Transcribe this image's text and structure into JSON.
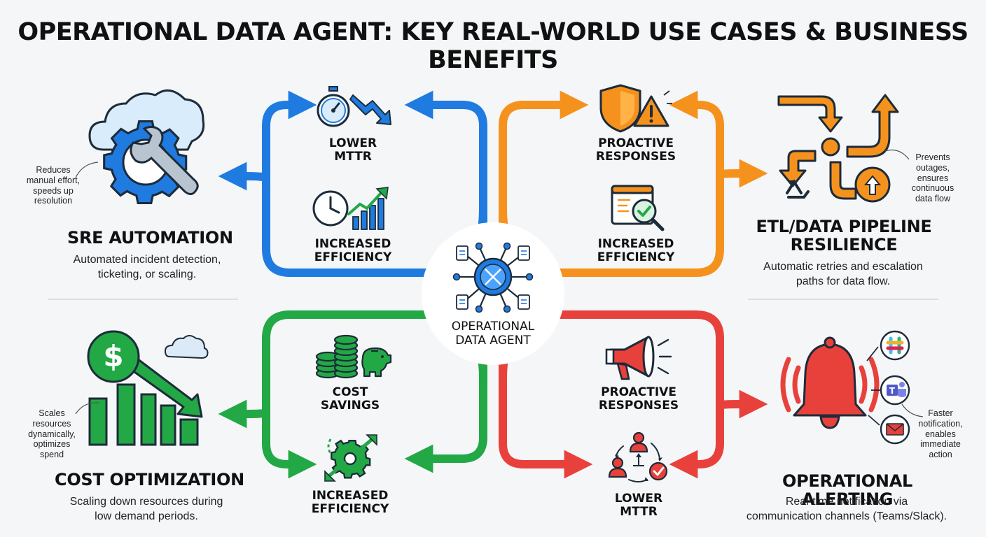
{
  "title": "OPERATIONAL DATA AGENT: KEY REAL-WORLD USE CASES & BUSINESS BENEFITS",
  "center": {
    "label_line1": "OPERATIONAL",
    "label_line2": "DATA AGENT"
  },
  "use_cases": {
    "sre_automation": {
      "heading": "SRE AUTOMATION",
      "desc_line1": "Automated incident detection,",
      "desc_line2": "ticketing, or scaling.",
      "note_line1": "Reduces",
      "note_line2": "manual effort,",
      "note_line3": "speeds up",
      "note_line4": "resolution"
    },
    "etl_pipeline": {
      "heading_line1": "ETL/DATA PIPELINE",
      "heading_line2": "RESILIENCE",
      "desc_line1": "Automatic retries and escalation",
      "desc_line2": "paths for data flow.",
      "note_line1": "Prevents",
      "note_line2": "outages,",
      "note_line3": "ensures",
      "note_line4": "continuous",
      "note_line5": "data flow"
    },
    "cost_optimization": {
      "heading": "COST OPTIMIZATION",
      "desc_line1": "Scaling down resources during",
      "desc_line2": "low demand periods.",
      "note_line1": "Scales",
      "note_line2": "resources",
      "note_line3": "dynamically,",
      "note_line4": "optimizes",
      "note_line5": "spend"
    },
    "operational_alerting": {
      "heading": "OPERATIONAL ALERTING",
      "desc_line1": "Real-time notification via",
      "desc_line2": "communication channels (Teams/Slack).",
      "note_line1": "Faster",
      "note_line2": "notification,",
      "note_line3": "enables",
      "note_line4": "immediate",
      "note_line5": "action"
    }
  },
  "benefits": {
    "tl_top": {
      "line1": "LOWER",
      "line2": "MTTR"
    },
    "tl_bottom": {
      "line1": "INCREASED",
      "line2": "EFFICIENCY"
    },
    "tr_top": {
      "line1": "PROACTIVE",
      "line2": "RESPONSES"
    },
    "tr_bottom": {
      "line1": "INCREASED",
      "line2": "EFFICIENCY"
    },
    "bl_top": {
      "line1": "COST",
      "line2": "SAVINGS"
    },
    "bl_bottom": {
      "line1": "INCREASED",
      "line2": "EFFICIENCY"
    },
    "br_top": {
      "line1": "PROACTIVE",
      "line2": "RESPONSES"
    },
    "br_bottom": {
      "line1": "LOWER",
      "line2": "MTTR"
    }
  },
  "colors": {
    "blue": "#1f7be0",
    "orange": "#f5921e",
    "green": "#22a845",
    "red": "#e8413b",
    "dark": "#1d2b3a",
    "background": "#f4f6f8"
  },
  "icons": {
    "sre": "cloud-gear-wrench-icon",
    "etl": "pipeline-arrows-icon",
    "cost": "dollar-down-chart-icon",
    "alert": "alarm-bell-icon",
    "center": "network-hub-icon"
  }
}
